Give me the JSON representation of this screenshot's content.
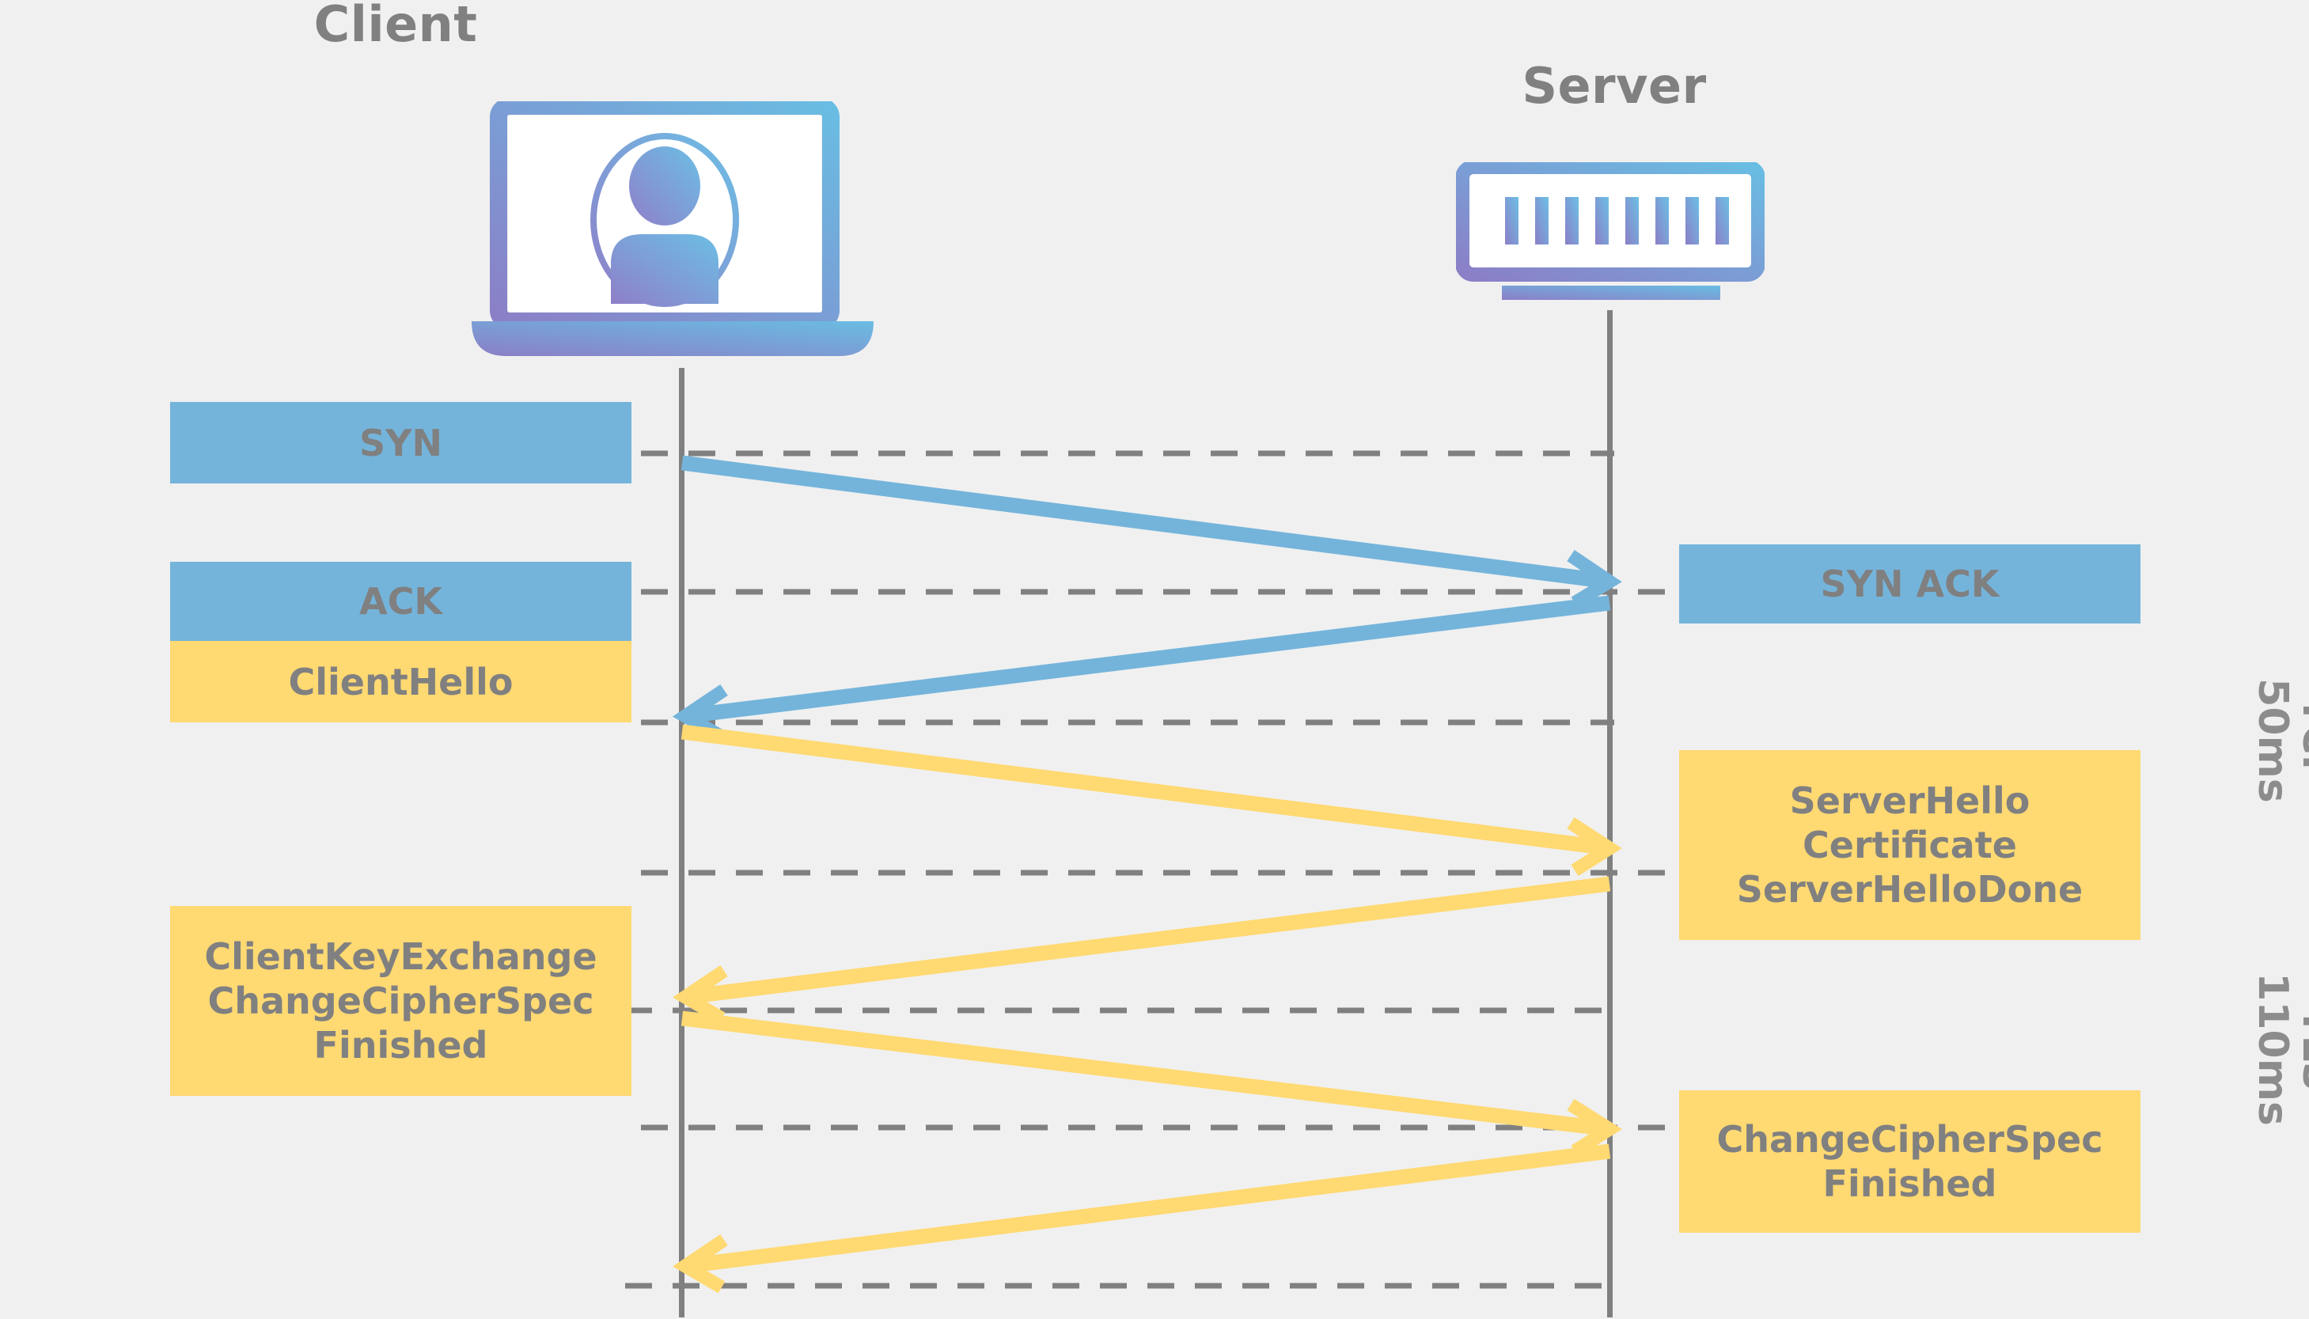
{
  "diagram": {
    "title_client": "Client",
    "title_server": "Server",
    "background_color": "#f0f0f0",
    "colors": {
      "tcp_blue": "#74b4db",
      "tls_yellow": "#ffd972",
      "text_gray": "#808080",
      "lifeline_gray": "#808080",
      "icon_gradient_start": "#8b7fc7",
      "icon_gradient_end": "#69bde3"
    },
    "icons": {
      "client": "laptop-user-icon",
      "server": "server-rack-icon"
    },
    "left_boxes": [
      {
        "id": "syn",
        "label": "SYN",
        "lines": [
          "SYN"
        ],
        "color": "tcp_blue"
      },
      {
        "id": "ack",
        "label": "ACK",
        "lines": [
          "ACK"
        ],
        "color": "tcp_blue"
      },
      {
        "id": "client-hello",
        "label": "ClientHello",
        "lines": [
          "ClientHello"
        ],
        "color": "tls_yellow"
      },
      {
        "id": "client-key-exchange",
        "label": "ClientKeyExchange ChangeCipherSpec Finished",
        "lines": [
          "ClientKeyExchange",
          "ChangeCipherSpec",
          "Finished"
        ],
        "color": "tls_yellow"
      }
    ],
    "right_boxes": [
      {
        "id": "syn-ack",
        "label": "SYN ACK",
        "lines": [
          "SYN ACK"
        ],
        "color": "tcp_blue"
      },
      {
        "id": "server-hello",
        "label": "ServerHello Certificate ServerHelloDone",
        "lines": [
          "ServerHello",
          "Certificate",
          "ServerHelloDone"
        ],
        "color": "tls_yellow"
      },
      {
        "id": "server-change-cipher-spec",
        "label": "ChangeCipherSpec Finished",
        "lines": [
          "ChangeCipherSpec",
          "Finished"
        ],
        "color": "tls_yellow"
      }
    ],
    "phase_labels": [
      {
        "id": "tcp",
        "protocol": "TCP",
        "duration": "50ms"
      },
      {
        "id": "tls",
        "protocol": "TLS",
        "duration": "110ms"
      }
    ],
    "messages": [
      {
        "seq": 1,
        "name": "SYN",
        "from": "client",
        "to": "server",
        "color": "tcp_blue"
      },
      {
        "seq": 2,
        "name": "SYN ACK",
        "from": "server",
        "to": "client",
        "color": "tcp_blue"
      },
      {
        "seq": 3,
        "name": "ClientHello",
        "from": "client",
        "to": "server",
        "color": "tls_yellow"
      },
      {
        "seq": 4,
        "name": "ServerHello / Certificate / ServerHelloDone",
        "from": "server",
        "to": "client",
        "color": "tls_yellow"
      },
      {
        "seq": 5,
        "name": "ClientKeyExchange / ChangeCipherSpec / Finished",
        "from": "client",
        "to": "server",
        "color": "tls_yellow"
      },
      {
        "seq": 6,
        "name": "ChangeCipherSpec / Finished",
        "from": "server",
        "to": "client",
        "color": "tls_yellow"
      }
    ]
  }
}
